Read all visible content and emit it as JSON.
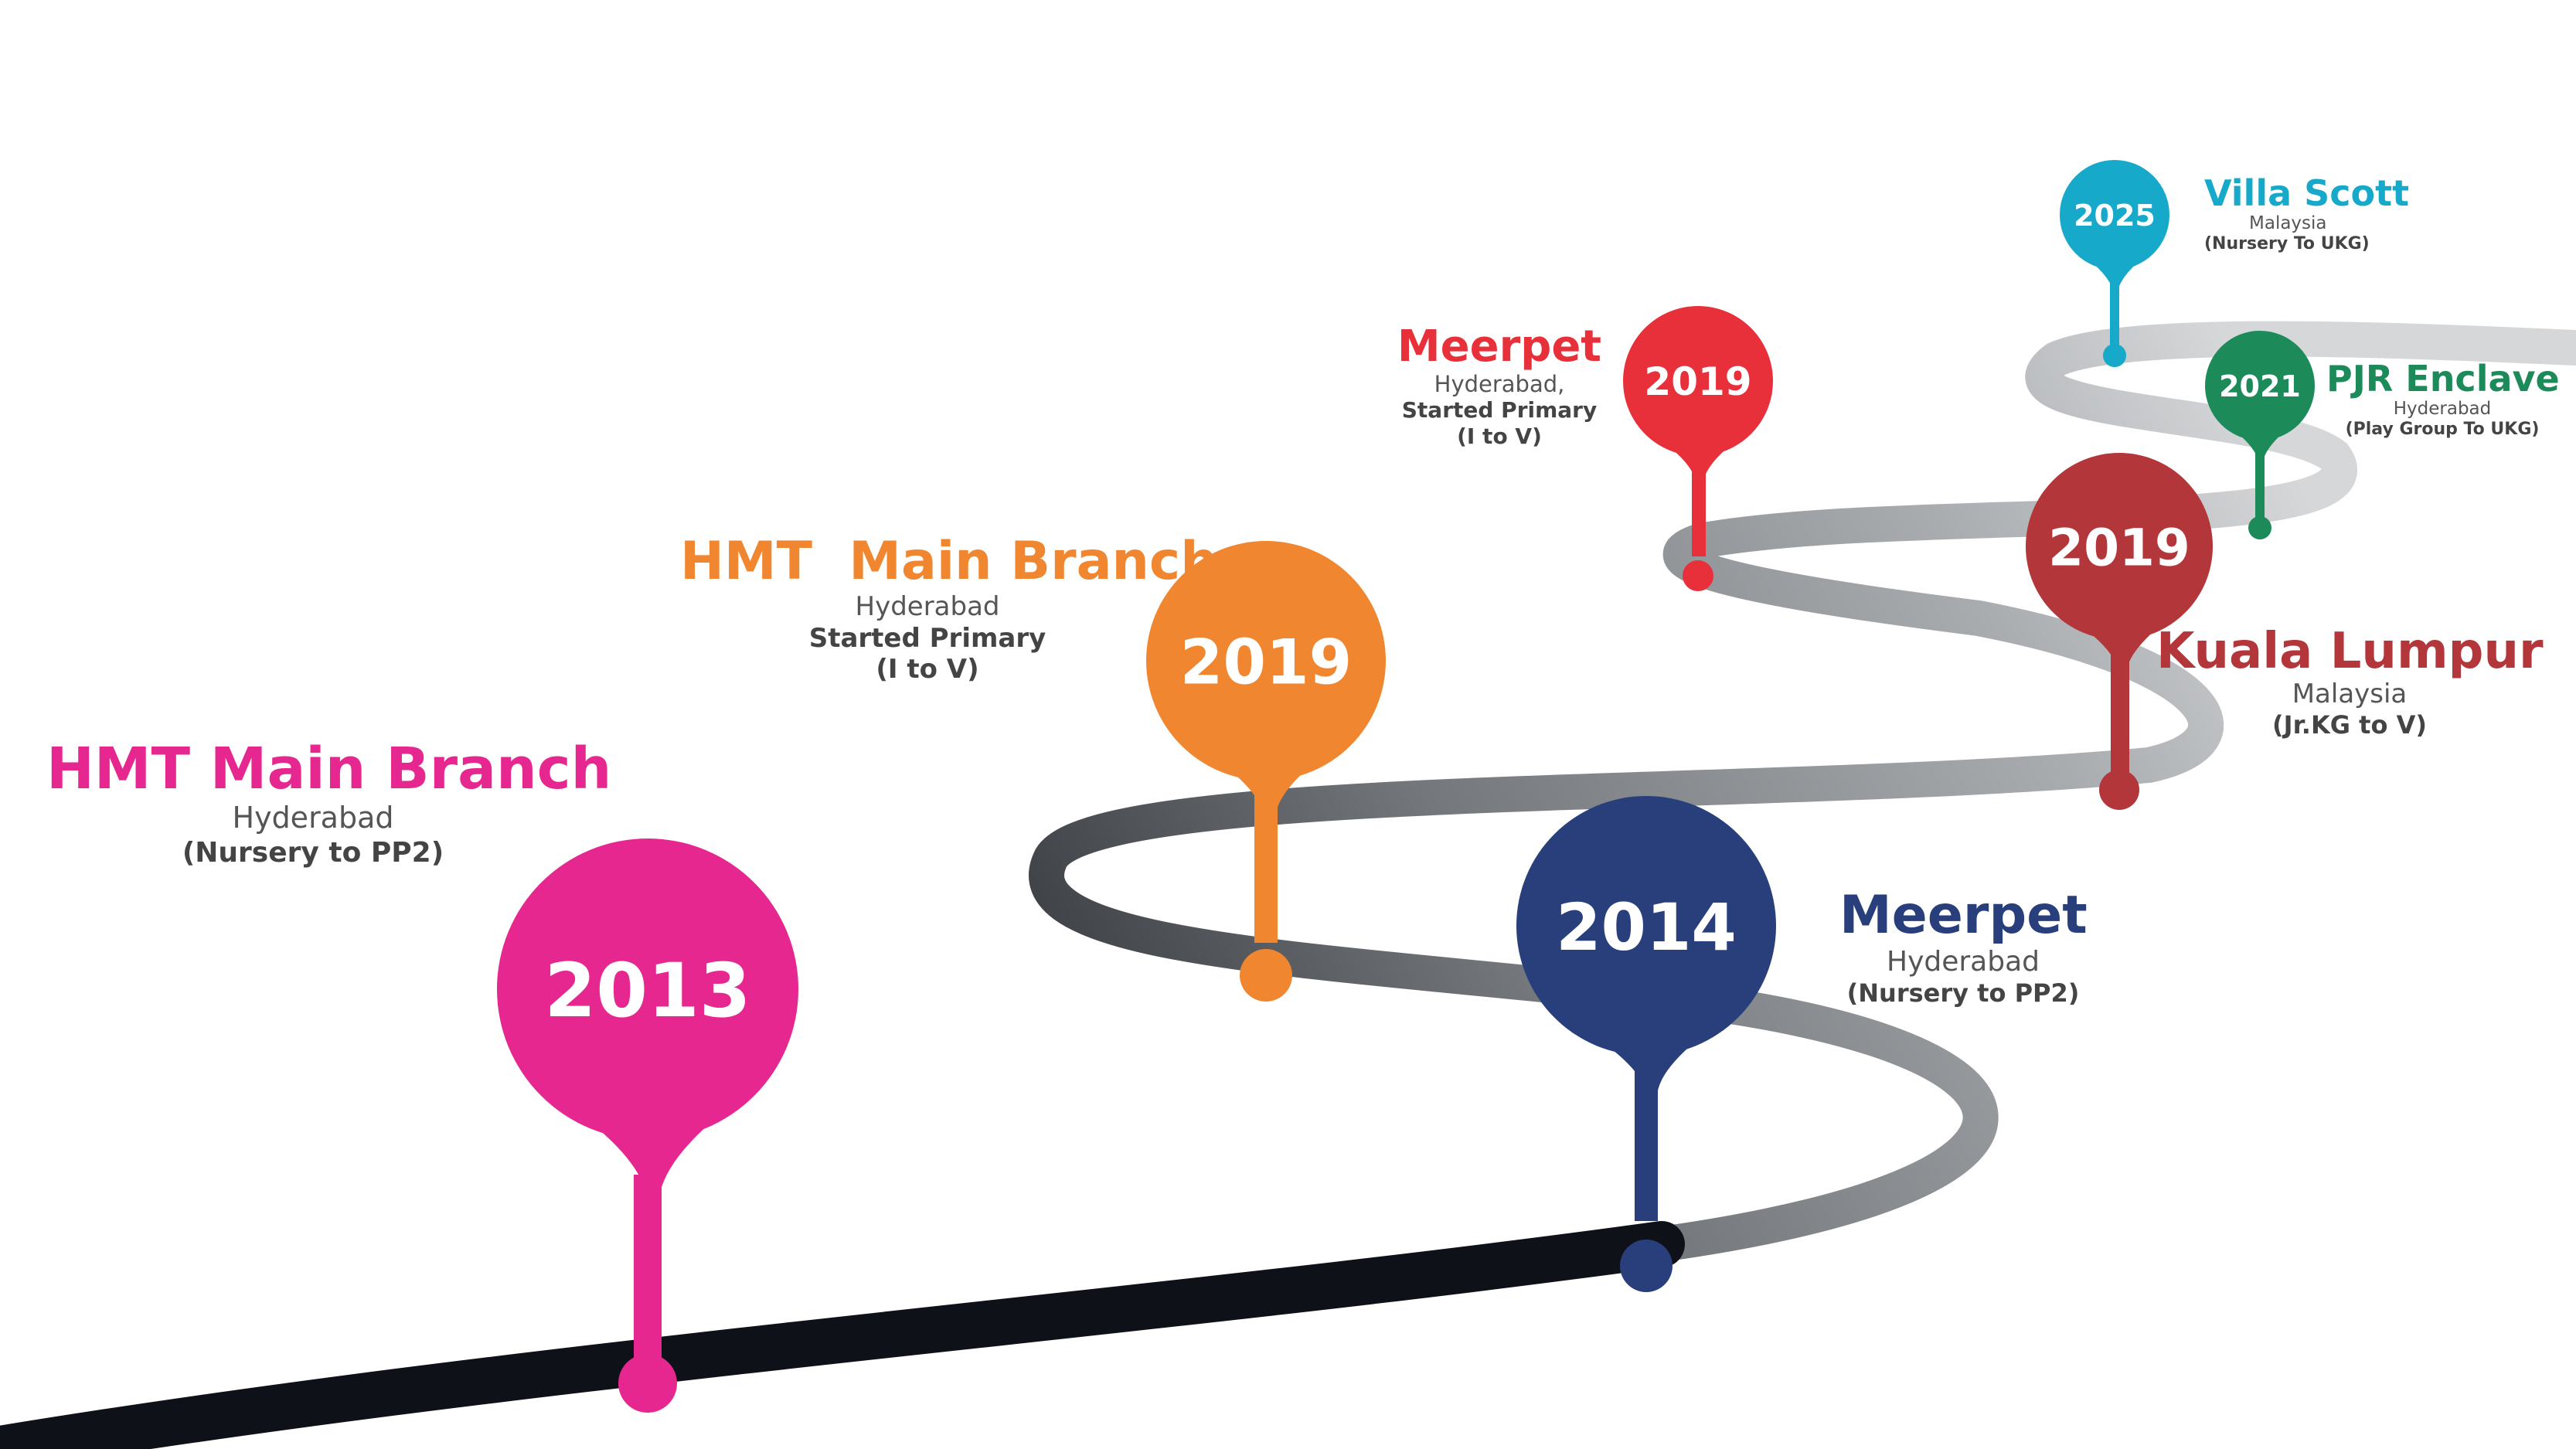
{
  "milestones": [
    {
      "id": "m2013",
      "year": "2013",
      "title": "HMT Main Branch",
      "location": "Hyderabad",
      "detail": "(Nursery to PP2)",
      "color": "#E6278F"
    },
    {
      "id": "m2019a",
      "year": "2019",
      "title": "HMT  Main Branch",
      "location": "Hyderabad",
      "detail_line1": "Started Primary",
      "detail_line2": "(I to V)",
      "color": "#F0862F"
    },
    {
      "id": "m2014",
      "year": "2014",
      "title": "Meerpet",
      "location": "Hyderabad",
      "detail": "(Nursery to PP2)",
      "color": "#283F7B"
    },
    {
      "id": "m2019b",
      "year": "2019",
      "title": "Meerpet",
      "location": "Hyderabad,",
      "detail_line1": "Started Primary",
      "detail_line2": "(I to V)",
      "color": "#E8303A"
    },
    {
      "id": "m2019c",
      "year": "2019",
      "title": "Kuala Lumpur",
      "location": "Malaysia",
      "detail": "(Jr.KG to V)",
      "color": "#B3363A"
    },
    {
      "id": "m2021",
      "year": "2021",
      "title": "PJR Enclave",
      "location": "Hyderabad",
      "detail": "(Play Group To UKG)",
      "color": "#1D8A5A"
    },
    {
      "id": "m2025",
      "year": "2025",
      "title": "Villa Scott",
      "location": "Malaysia",
      "detail": "(Nursery To UKG)",
      "color": "#17A9C9"
    }
  ],
  "road_colors": {
    "near": "#15181F",
    "mid": "#6E7276",
    "far": "#C9CCCE"
  }
}
